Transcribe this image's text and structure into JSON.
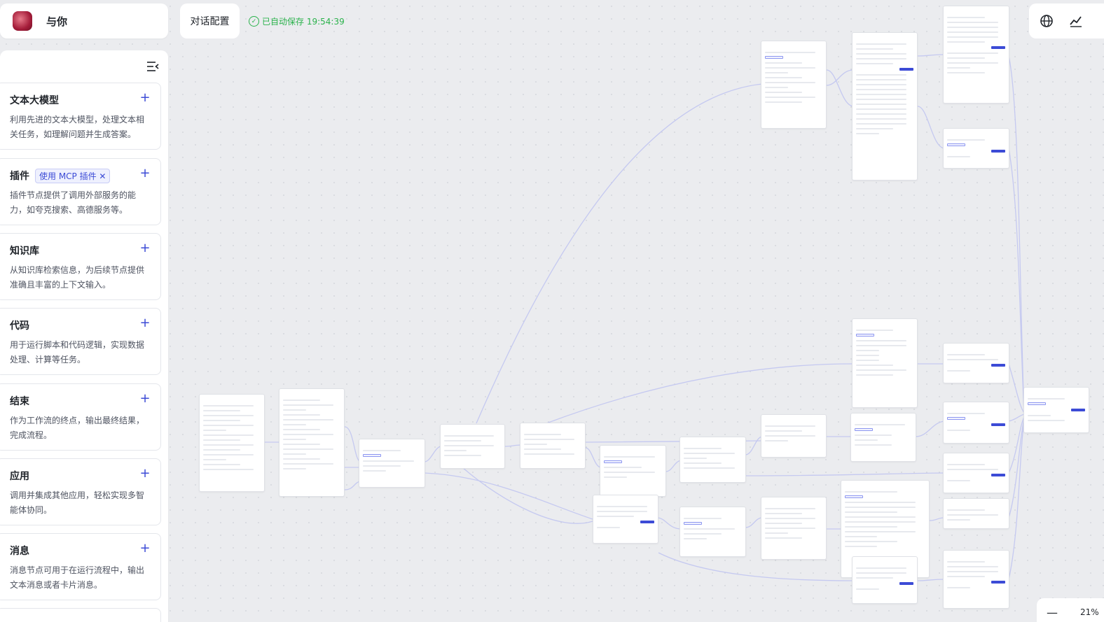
{
  "header": {
    "app_name": "与你",
    "config_label": "对话配置",
    "autosave_text": "已自动保存 19:54:39",
    "autosave_color": "#2bb24c"
  },
  "toolbar_icons": [
    "globe-icon",
    "trend-chart-icon"
  ],
  "side_panel": {
    "collapse_icon": "collapse-menu-icon",
    "nodes": [
      {
        "title": "文本大模型",
        "desc": "利用先进的文本大模型，处理文本相关任务，如理解问题并生成答案。"
      },
      {
        "title": "插件",
        "tag": "使用 MCP 插件 ✕",
        "desc": "插件节点提供了调用外部服务的能力，如夸克搜索、高德服务等。"
      },
      {
        "title": "知识库",
        "desc": "从知识库检索信息，为后续节点提供准确且丰富的上下文输入。"
      },
      {
        "title": "代码",
        "desc": "用于运行脚本和代码逻辑，实现数据处理、计算等任务。"
      },
      {
        "title": "结束",
        "desc": "作为工作流的终点，输出最终结果，完成流程。"
      },
      {
        "title": "应用",
        "desc": "调用并集成其他应用，轻松实现多智能体协同。"
      },
      {
        "title": "消息",
        "desc": "消息节点可用于在运行流程中，输出文本消息或者卡片消息。"
      }
    ]
  },
  "zoom": {
    "level": "21%"
  },
  "accent_color": "#3c4bd6",
  "edge_color": "#c5c9f0"
}
